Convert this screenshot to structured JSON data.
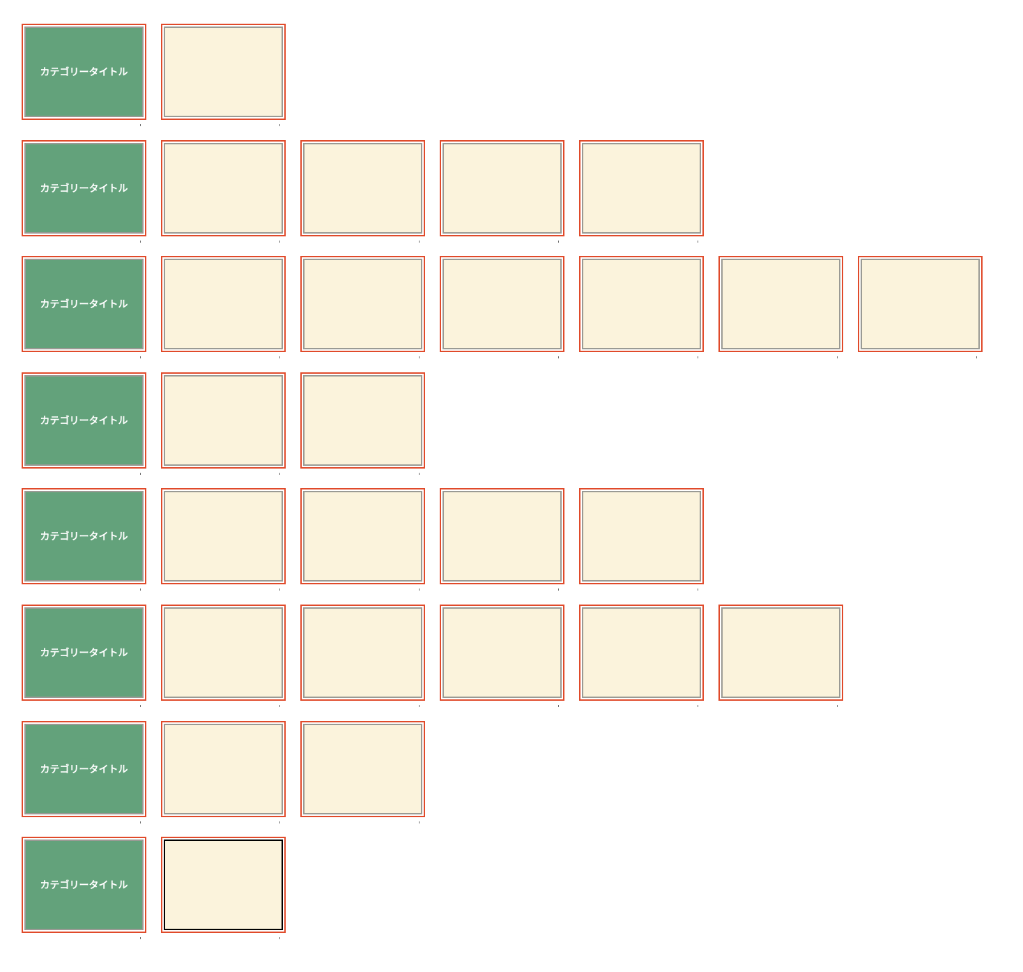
{
  "colors": {
    "cell_border": "#e04a2a",
    "inner_border": "#9a9a94",
    "category_fill": "#63a27b",
    "card_fill": "#fbf3dc",
    "selected_border": "#000000",
    "label_text": "#ffffff"
  },
  "rows": [
    {
      "category_label": "カテゴリータイトル",
      "card_count": 1
    },
    {
      "category_label": "カテゴリータイトル",
      "card_count": 4
    },
    {
      "category_label": "カテゴリータイトル",
      "card_count": 6
    },
    {
      "category_label": "カテゴリータイトル",
      "card_count": 2
    },
    {
      "category_label": "カテゴリータイトル",
      "card_count": 4
    },
    {
      "category_label": "カテゴリータイトル",
      "card_count": 5
    },
    {
      "category_label": "カテゴリータイトル",
      "card_count": 2
    },
    {
      "category_label": "カテゴリータイトル",
      "card_count": 1,
      "selected_card": 1
    }
  ]
}
